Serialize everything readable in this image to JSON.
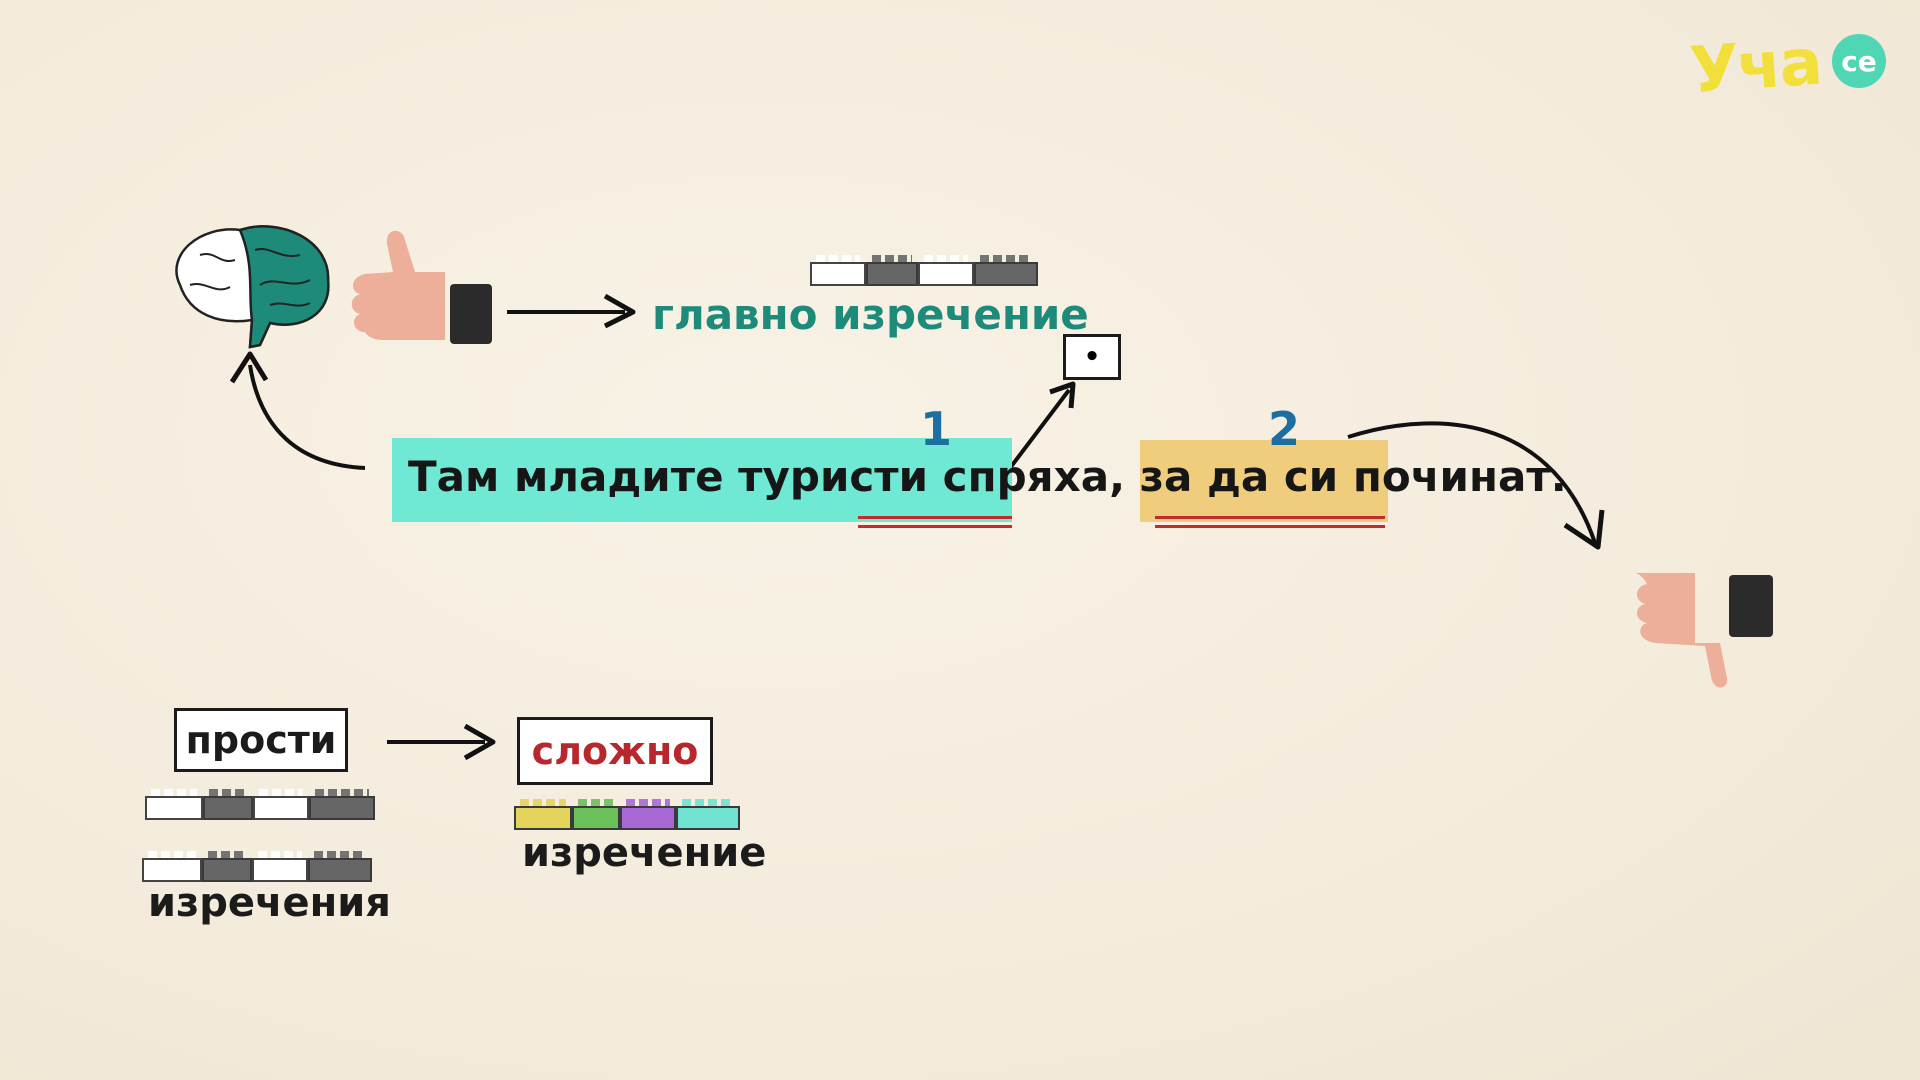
{
  "logo": {
    "text": "Уча",
    "badge": "се"
  },
  "main_clause_label": "главно изречение",
  "sentence": {
    "part1": "Там младите туристи спряха",
    "part2": ", за да ",
    "part3": "си починат."
  },
  "numbers": {
    "one": "1",
    "two": "2"
  },
  "comma_box_symbol": "•",
  "simple_box": "прости",
  "simple_caption": "изречения",
  "complex_box": "сложно",
  "complex_caption": "изречение",
  "colors": {
    "teal_highlight": "#6fe9d3",
    "orange_highlight": "#efcd7c",
    "underline_red": "#c22c2c",
    "teal_text": "#1e8a7a",
    "number_blue": "#1d6fa1",
    "complex_red": "#b8272c"
  },
  "icons": [
    "brain-icon",
    "thumbs-up-icon",
    "thumbs-down-icon",
    "arrow-icon",
    "lego-brick-icon",
    "logo-icon"
  ]
}
